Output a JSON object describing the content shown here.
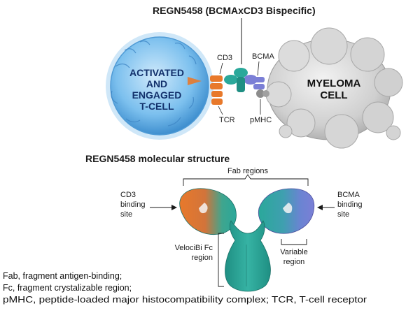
{
  "diagram": {
    "top_title": "REGN5458 (BCMAxCD3 Bispecific)",
    "tcell_label": [
      "ACTIVATED",
      "AND",
      "ENGAGED",
      "T-CELL"
    ],
    "myeloma_label": [
      "MYELOMA",
      "CELL"
    ],
    "labels": {
      "cd3": "CD3",
      "bcma": "BCMA",
      "tcr": "TCR",
      "pmhc": "pMHC"
    },
    "structure_title": "REGN5458 molecular structure",
    "fab_regions": "Fab regions",
    "cd3_site": [
      "CD3",
      "binding",
      "site"
    ],
    "bcma_site": [
      "BCMA",
      "binding",
      "site"
    ],
    "fc_region": [
      "VelociBi Fc",
      "region"
    ],
    "variable_region": [
      "Variable",
      "region"
    ],
    "colors": {
      "tcell": "#5aa8e0",
      "myeloma": "#d6d6d6",
      "antibody": "#2aa89a",
      "cd3_accent": "#e8792b",
      "bcma_accent": "#7b7fd6"
    }
  },
  "footnotes": [
    "Fab, fragment antigen-binding;",
    "Fc, fragment crystalizable region;",
    "pMHC, peptide-loaded major histocompatibility complex; TCR, T-cell receptor"
  ]
}
